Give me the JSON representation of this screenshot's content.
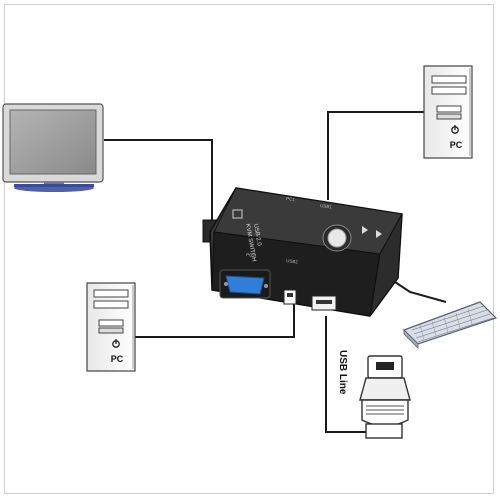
{
  "pc_top": {
    "label": "PC"
  },
  "pc_left": {
    "label": "PC"
  },
  "usb_line": {
    "label": "USB Line"
  },
  "switch": {
    "name_line1": "USB 2.0",
    "name_line2": "KVM SWITCH",
    "port_pc2": "PC2",
    "port_usb2": "USB2",
    "port_usb1": "USB1",
    "port_pc1": "PC1"
  },
  "colors": {
    "cable": "#1a1a1a",
    "switch_body": "#2a2a2a",
    "vga_port": "#2f7fd8",
    "monitor_screen": "#9a9a9a",
    "monitor_base": "#5060b0"
  }
}
